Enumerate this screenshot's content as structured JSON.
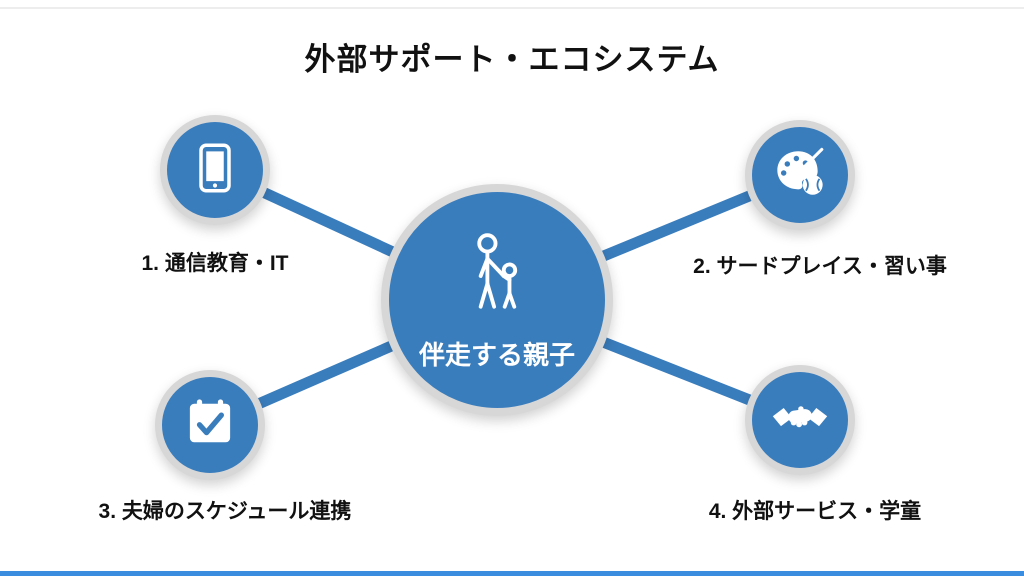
{
  "title": "外部サポート・エコシステム",
  "center": {
    "label": "伴走する親子",
    "icon": "parent-child-icon"
  },
  "nodes": [
    {
      "label": "1. 通信教育・IT",
      "icon": "tablet-icon",
      "position": "top-left"
    },
    {
      "label": "2. サードプレイス・習い事",
      "icon": "art-palette-ball-icon",
      "position": "top-right"
    },
    {
      "label": "3. 夫婦のスケジュール連携",
      "icon": "calendar-check-icon",
      "position": "bottom-left"
    },
    {
      "label": "4. 外部サービス・学童",
      "icon": "handshake-icon",
      "position": "bottom-right"
    }
  ],
  "colors": {
    "node_fill": "#3a7dbd",
    "ring": "#d7d7d7",
    "connector": "#3a7dbd",
    "background": "#ffffff",
    "label_text": "#111111",
    "center_label_text": "#ffffff",
    "bottom_bar": "#3b8de0"
  }
}
